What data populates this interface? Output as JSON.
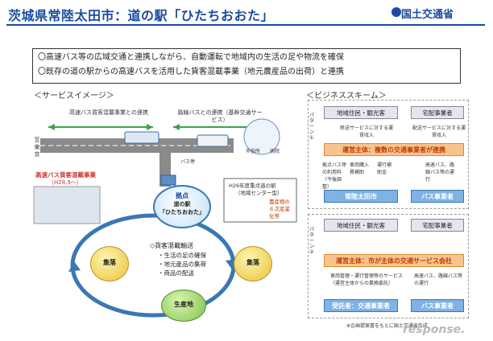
{
  "header": {
    "title": "茨城県常陸太田市：道の駅「ひたちおおた」",
    "ministry": "国土交通省"
  },
  "summary": {
    "line1": "〇高速バス等の広域交通と連携しながら、自動運転で地域内の生活の足や物流を確保",
    "line2": "〇既存の道の駅からの高速バスを活用した貨客混載事業（地元農産品の出荷）と連携"
  },
  "service_image": {
    "heading": "＜サービスイメージ＞",
    "express_label": "高速バス貨客混載事業との連携",
    "route_label": "路線バスとの連携（基幹交通サービス）",
    "to_tokyo": "至東京",
    "city_hall": "市役所",
    "hospital": "病院",
    "bus_stop": "バス停",
    "mixed_box_title": "高速バス貨客混載事業",
    "mixed_box_date": "（H28.9～）",
    "hub_title": "拠点",
    "hub_name1": "道の駅",
    "hub_name2": "「ひたちおおた」",
    "h26_label1": "H26年度重点道の駅",
    "h26_label2": "（地域センター型）",
    "agri1": "農産物の",
    "agri2": "６次産業",
    "agri3": "化等",
    "settlement": "集落",
    "production": "生産地",
    "freight_title": "◇貨客混載輸送",
    "freight_items": [
      "・生活の足の確保",
      "・地元産品の集荷",
      "・商品の配送"
    ]
  },
  "business_scheme": {
    "heading": "＜ビジネススキーム＞",
    "pattern1": "パターン①",
    "pattern2": "パターン②",
    "residents": "地域住民・観光客",
    "delivery": "宅配事業者",
    "fare1": "移送サービスに対する運賃収入",
    "fare2": "配送サービスに対する運賃収入",
    "operator1": "運営主体：複数の交通事業者が連携",
    "city": "常陸太田市",
    "bus_operator": "バス事業者",
    "notes1": [
      "拠点バス停の利用料（今後調整）",
      "車両購入費補助",
      "運行補助金",
      "高速バス、路線バス等の運行"
    ],
    "operator2": "運営主体：市が主体の交通サービス会社",
    "notes2": [
      "車両管理・運行管理等のサービス（運営主体からの業務委託）",
      "高速バス、路線バス等の運行"
    ],
    "contractor": "受託者：交通事業者",
    "footnote": "※企画提案書をもとに国土交通省作成",
    "watermark": "response."
  }
}
